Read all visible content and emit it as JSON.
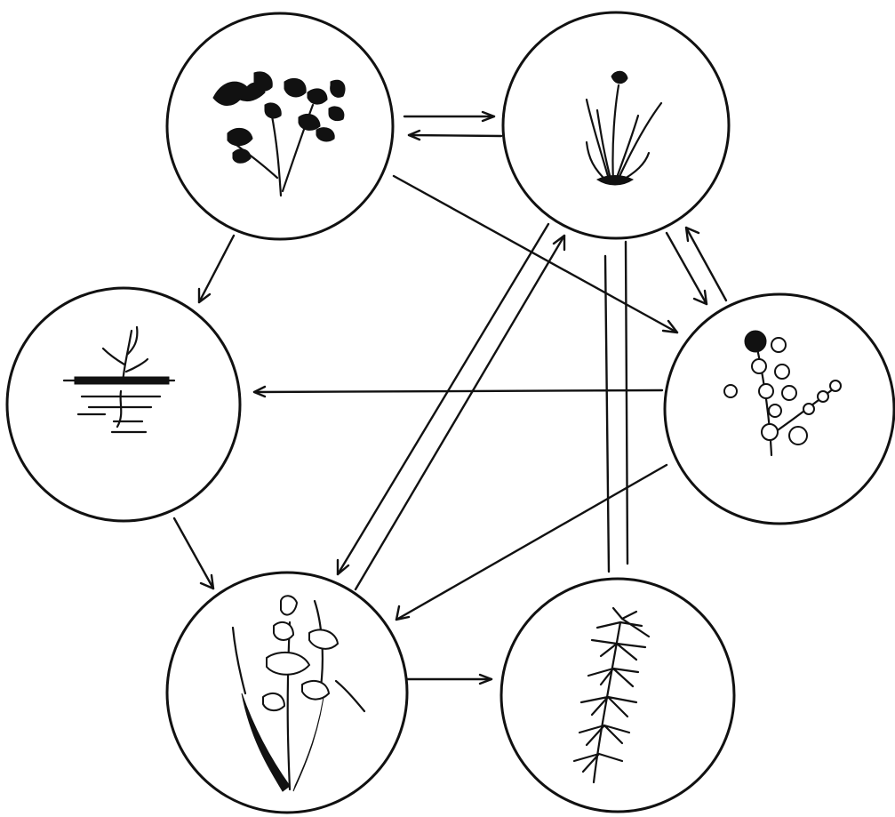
{
  "diagram": {
    "nodes": [
      {
        "id": "node-top-left",
        "icon": "leafy-plant-icon"
      },
      {
        "id": "node-top-right",
        "icon": "grass-flower-icon"
      },
      {
        "id": "node-middle-left",
        "icon": "flooded-sapling-icon"
      },
      {
        "id": "node-middle-right",
        "icon": "round-leaf-stem-icon"
      },
      {
        "id": "node-bottom-left",
        "icon": "lily-plant-icon"
      },
      {
        "id": "node-bottom-right",
        "icon": "conifer-sprig-icon"
      }
    ],
    "edges": [
      {
        "from": "node-top-left",
        "to": "node-top-right"
      },
      {
        "from": "node-top-right",
        "to": "node-top-left"
      },
      {
        "from": "node-top-left",
        "to": "node-middle-right"
      },
      {
        "from": "node-top-left",
        "to": "node-middle-left"
      },
      {
        "from": "node-top-right",
        "to": "node-middle-right"
      },
      {
        "from": "node-middle-right",
        "to": "node-top-right"
      },
      {
        "from": "node-top-right",
        "to": "node-bottom-left"
      },
      {
        "from": "node-bottom-left",
        "to": "node-top-right"
      },
      {
        "from": "node-top-right",
        "to": "node-bottom-right"
      },
      {
        "from": "node-bottom-right",
        "to": "node-top-right"
      },
      {
        "from": "node-middle-right",
        "to": "node-middle-left"
      },
      {
        "from": "node-middle-right",
        "to": "node-bottom-left"
      },
      {
        "from": "node-middle-left",
        "to": "node-bottom-left"
      },
      {
        "from": "node-bottom-left",
        "to": "node-bottom-right"
      }
    ]
  }
}
